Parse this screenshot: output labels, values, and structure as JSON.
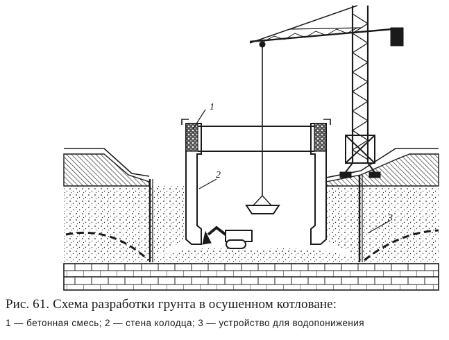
{
  "figure": {
    "callouts": [
      {
        "id": "1",
        "text": "1"
      },
      {
        "id": "2",
        "text": "2"
      },
      {
        "id": "3",
        "text": "3"
      }
    ],
    "colors": {
      "ink": "#1a1a1a",
      "background": "#ffffff"
    }
  },
  "caption": {
    "title": "Рис. 61. Схема разработки грунта в осушенном котловане:",
    "legend": "1 — бетонная смесь; 2 — стена колодца; 3 — устройство для водопонижения"
  }
}
